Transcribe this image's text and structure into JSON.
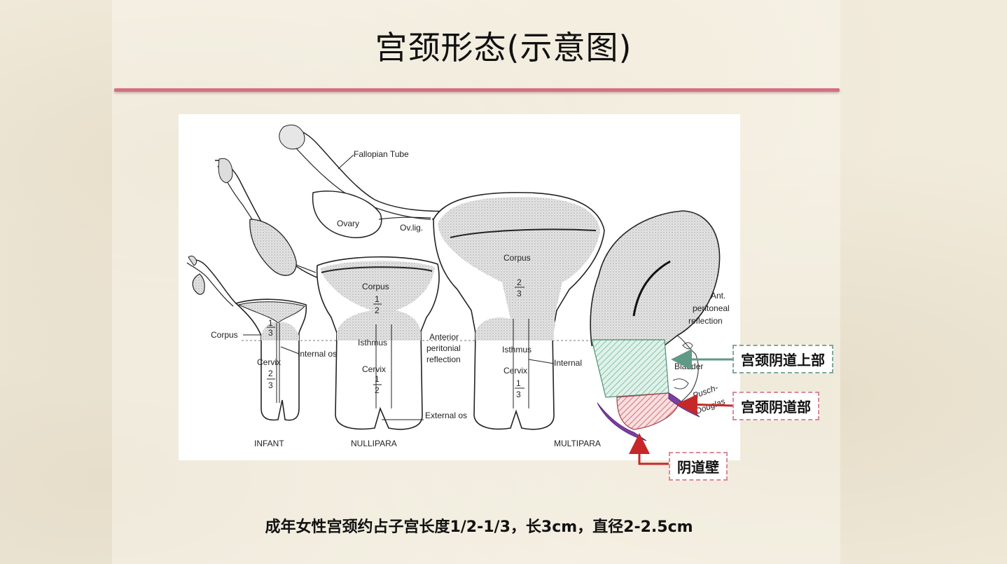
{
  "slide": {
    "title": "宫颈形态(示意图)",
    "caption": "成年女性宫颈约占子宫长度1/2-1/3，长3cm，直径2-2.5cm"
  },
  "figure": {
    "labels": {
      "fallopian_tube": "Fallopian Tube",
      "ovary": "Ovary",
      "ov_lig": "Ov.lig.",
      "corpus": "Corpus",
      "cervix": "Cervix",
      "internal_os": "Internal os",
      "internal_os_trunc": "Internal",
      "isthmus": "Isthmus",
      "anterior": "Anterior",
      "peritonial": "peritonial",
      "reflection": "reflection",
      "external_os": "External os",
      "ant": "Ant.",
      "peritoneal": "peritoneal",
      "bladder": "Bladder",
      "pusch": "Pusch-",
      "douglas": "Douglas",
      "infant": "INFANT",
      "nullipara": "NULLIPARA",
      "multipara": "MULTIPARA",
      "one": "1",
      "two": "2",
      "three": "3"
    }
  },
  "callouts": {
    "supravaginal": "宫颈阴道上部",
    "vaginal": "宫颈阴道部",
    "vaginal_wall": "阴道壁"
  },
  "colors": {
    "title_rule": "#d5707f",
    "green_hatch": "#7fb8a4",
    "red_hatch": "#d9535f",
    "purple": "#7a3fa0",
    "arrow_red": "#c62828",
    "arrow_green": "#5f9a86"
  }
}
